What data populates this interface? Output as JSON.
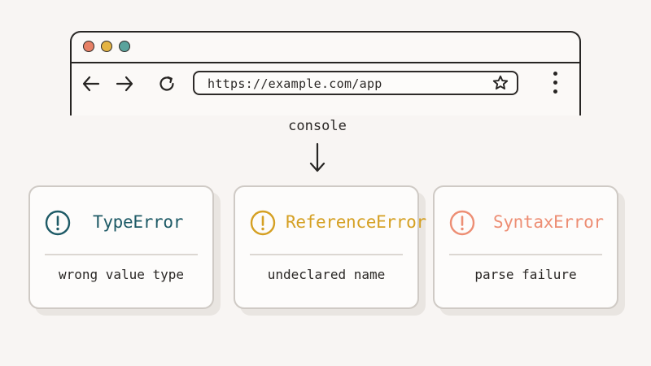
{
  "colors": {
    "window_red": "#e78065",
    "window_yellow": "#e4b443",
    "window_green": "#5aa39c",
    "type_error": "#1e5a66",
    "reference_error": "#d5a023",
    "syntax_error": "#ed8e74",
    "ink": "#272523"
  },
  "browser": {
    "url": "https://example.com/app",
    "icons": {
      "back": "arrow-left-icon",
      "forward": "arrow-right-icon",
      "reload": "reload-icon",
      "bookmark": "star-icon",
      "menu": "kebab-menu-icon"
    }
  },
  "console_label": "console",
  "errors": [
    {
      "name": "TypeError",
      "description": "wrong value type",
      "icon": "exclamation-circle-icon",
      "color": "#1e5a66"
    },
    {
      "name": "ReferenceError",
      "description": "undeclared name",
      "icon": "exclamation-circle-icon",
      "color": "#d5a023"
    },
    {
      "name": "SyntaxError",
      "description": "parse failure",
      "icon": "exclamation-circle-icon",
      "color": "#ed8e74"
    }
  ]
}
